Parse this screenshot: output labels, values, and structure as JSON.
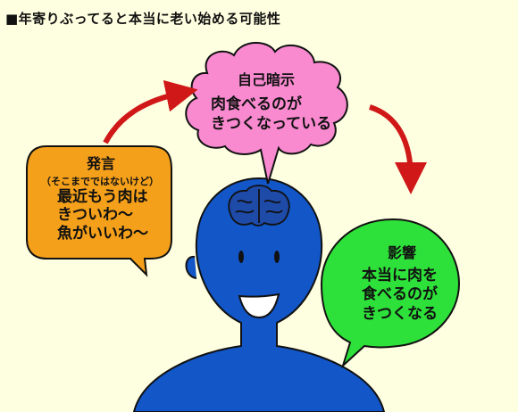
{
  "title": "■年寄りぶってると本当に老い始める可能性",
  "hatsugen": {
    "title": "発言",
    "subtitle": "（そこまでではないけど）",
    "lines": [
      "最近もう肉は",
      "きついわ〜",
      "魚がいいわ〜"
    ]
  },
  "jiko_anji": {
    "title": "自己暗示",
    "lines": [
      "肉食べるのが",
      "きつくなっている"
    ]
  },
  "eikyo": {
    "title": "影響",
    "lines": [
      "本当に肉を",
      "食べるのが",
      "きつくなる"
    ]
  },
  "colors": {
    "background": "#fefee0",
    "hatsugen_bubble": "#f5a01a",
    "jiko_bubble": "#f98ad0",
    "eikyo_bubble": "#2ee03a",
    "head": "#1256c8",
    "brain": "#1e4aa8",
    "arrow": "#d01818"
  }
}
